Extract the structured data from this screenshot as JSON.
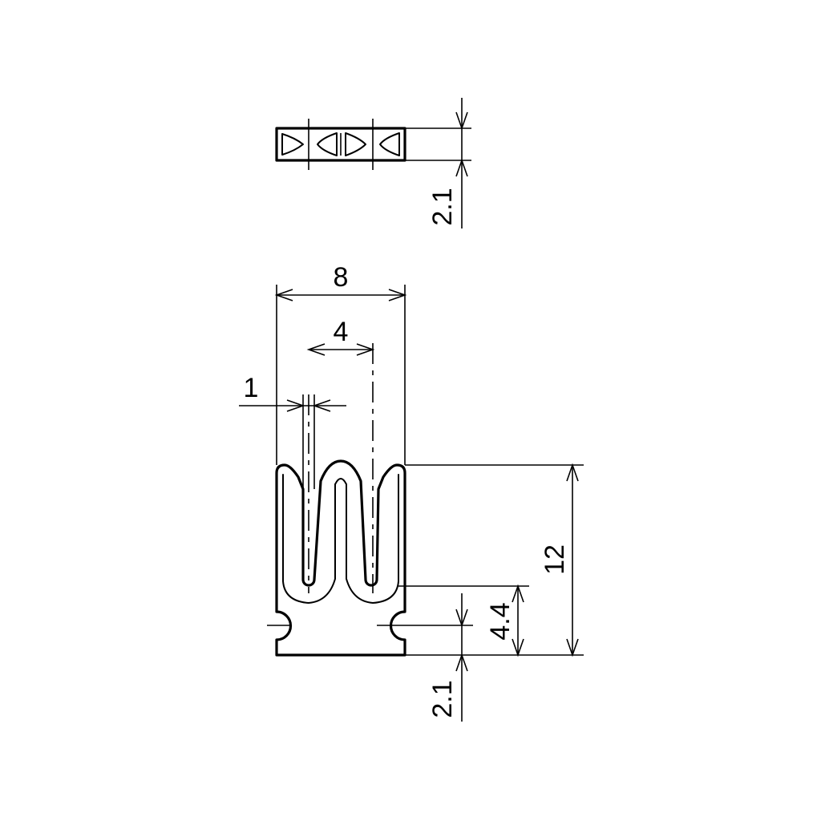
{
  "dimensions": {
    "top_view_thickness": "2.1",
    "overall_width": "8",
    "slot_pitch": "4",
    "slot_width": "1",
    "overall_height": "12",
    "base_height": "4.4",
    "base_thickness": "2.1"
  },
  "colors": {
    "line": "#000000",
    "background": "#ffffff"
  }
}
